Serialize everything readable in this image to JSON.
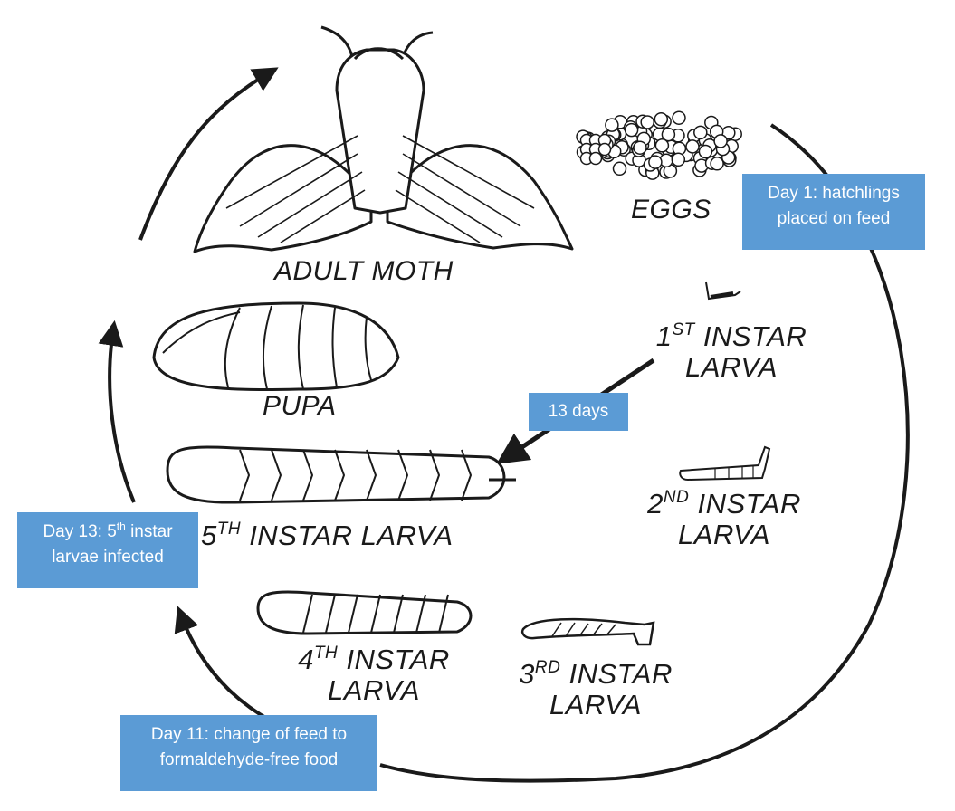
{
  "stages": {
    "adult_moth": "ADULT MOTH",
    "eggs": "EGGS",
    "pupa": "PUPA",
    "instar1": {
      "num": "1",
      "sup": "ST",
      "word": " INSTAR",
      "line2": "LARVA"
    },
    "instar2": {
      "num": "2",
      "sup": "ND",
      "word": " INSTAR",
      "line2": "LARVA"
    },
    "instar3": {
      "num": "3",
      "sup": "RD",
      "word": " INSTAR",
      "line2": "LARVA"
    },
    "instar4": {
      "num": "4",
      "sup": "TH",
      "word": " INSTAR",
      "line2": "LARVA"
    },
    "instar5": {
      "num": "5",
      "sup": "TH",
      "word": " INSTAR LARVA"
    }
  },
  "annotations": {
    "day1": {
      "line1": "Day 1: hatchlings",
      "line2": "placed on feed"
    },
    "days13": "13 days",
    "day13": {
      "pre": "Day 13: 5",
      "sup": "th",
      "post": " instar",
      "line2": "larvae infected"
    },
    "day11": {
      "line1": "Day 11: change of feed to",
      "line2": "formaldehyde-free food"
    }
  },
  "colors": {
    "annotation_box": "#5b9bd5",
    "line": "#1a1a1a"
  }
}
